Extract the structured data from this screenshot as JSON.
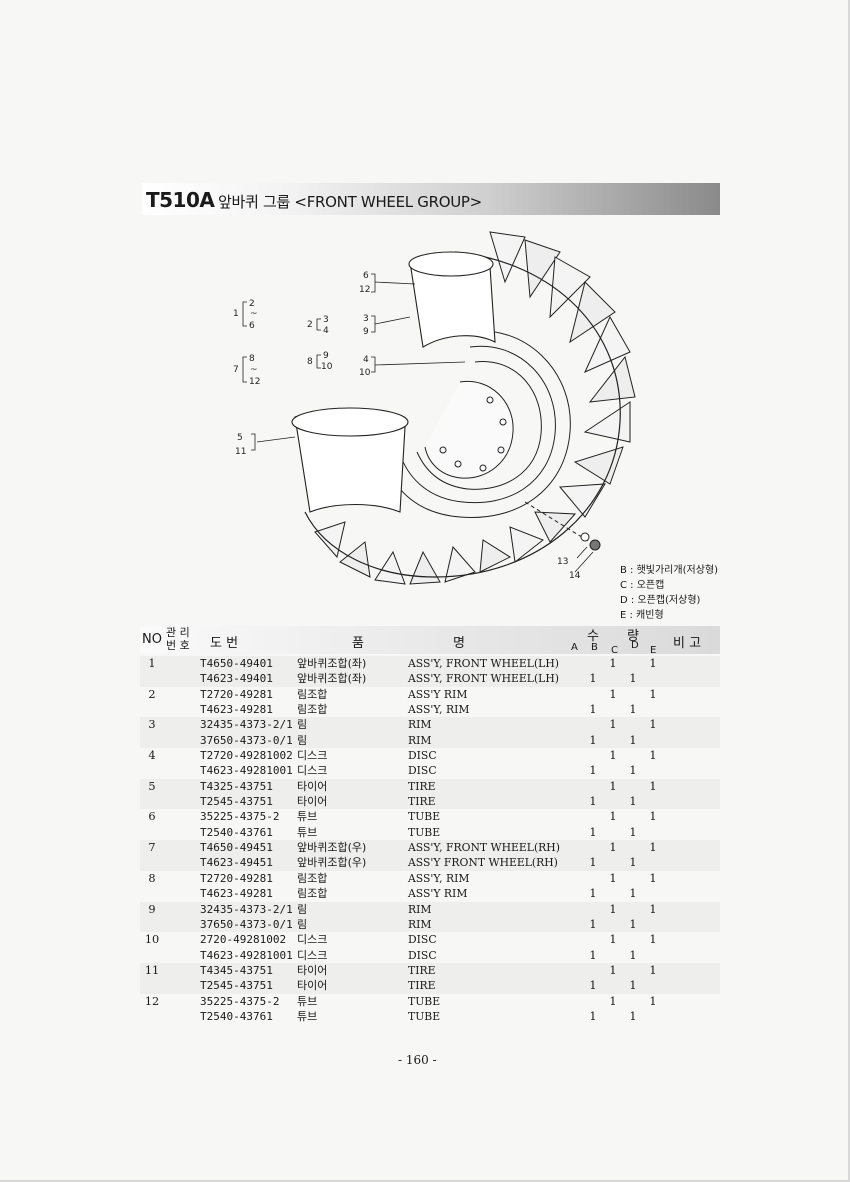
{
  "header": {
    "code": "T510A",
    "title": "앞바퀴 그룹 <FRONT WHEEL GROUP>"
  },
  "diagram": {
    "callouts": [
      {
        "top": "6",
        "bottom": "12"
      },
      {
        "top": "3",
        "bottom": "9"
      },
      {
        "top": "4",
        "bottom": "10"
      },
      {
        "top": "5",
        "bottom": "11"
      }
    ],
    "ranges": [
      {
        "no": "1",
        "from": "2",
        "to": "6"
      },
      {
        "no": "2",
        "from": "3",
        "to": "4"
      },
      {
        "no": "7",
        "from": "8",
        "to": "12"
      },
      {
        "no": "8",
        "from": "9",
        "to": "10"
      }
    ],
    "nut_labels": [
      "13",
      "14"
    ]
  },
  "legend": [
    "B : 햇빛가리개(저상형)",
    "C : 오픈캡",
    "D : 오픈캡(저상형)",
    "E : 캐빈형"
  ],
  "table": {
    "headers": {
      "no": "NO",
      "mgmt_top": "관 리",
      "mgmt_bottom": "번 호",
      "drawing": "도    번",
      "name_a": "품",
      "name_b": "명",
      "qty_a": "수",
      "qty_b": "량",
      "remark": "비 고"
    },
    "qty_cols": [
      "A",
      "B",
      "C",
      "D",
      "E"
    ],
    "rows": [
      {
        "no": "1",
        "part": "T4650-49401",
        "kr": "앞바퀴조합(좌)",
        "en": "ASS'Y, FRONT WHEEL(LH)",
        "a": "",
        "b": "",
        "c": "1",
        "d": "",
        "e": "1"
      },
      {
        "no": "",
        "part": "T4623-49401",
        "kr": "앞바퀴조합(좌)",
        "en": "ASS'Y, FRONT WHEEL(LH)",
        "a": "",
        "b": "1",
        "c": "",
        "d": "1",
        "e": ""
      },
      {
        "no": "2",
        "part": "T2720-49281",
        "kr": "림조합",
        "en": "ASS'Y RIM",
        "a": "",
        "b": "",
        "c": "1",
        "d": "",
        "e": "1"
      },
      {
        "no": "",
        "part": "T4623-49281",
        "kr": "림조합",
        "en": "ASS'Y, RIM",
        "a": "",
        "b": "1",
        "c": "",
        "d": "1",
        "e": ""
      },
      {
        "no": "3",
        "part": "32435-4373-2/1",
        "kr": "림",
        "en": "RIM",
        "a": "",
        "b": "",
        "c": "1",
        "d": "",
        "e": "1"
      },
      {
        "no": "",
        "part": "37650-4373-0/1",
        "kr": "림",
        "en": "RIM",
        "a": "",
        "b": "1",
        "c": "",
        "d": "1",
        "e": ""
      },
      {
        "no": "4",
        "part": "T2720-49281002",
        "kr": "디스크",
        "en": "DISC",
        "a": "",
        "b": "",
        "c": "1",
        "d": "",
        "e": "1"
      },
      {
        "no": "",
        "part": "T4623-49281001",
        "kr": "디스크",
        "en": "DISC",
        "a": "",
        "b": "1",
        "c": "",
        "d": "1",
        "e": ""
      },
      {
        "no": "5",
        "part": "T4325-43751",
        "kr": "타이어",
        "en": "TIRE",
        "a": "",
        "b": "",
        "c": "1",
        "d": "",
        "e": "1"
      },
      {
        "no": "",
        "part": "T2545-43751",
        "kr": "타이어",
        "en": "TIRE",
        "a": "",
        "b": "1",
        "c": "",
        "d": "1",
        "e": ""
      },
      {
        "no": "6",
        "part": "35225-4375-2",
        "kr": "튜브",
        "en": "TUBE",
        "a": "",
        "b": "",
        "c": "1",
        "d": "",
        "e": "1"
      },
      {
        "no": "",
        "part": "T2540-43761",
        "kr": "튜브",
        "en": "TUBE",
        "a": "",
        "b": "1",
        "c": "",
        "d": "1",
        "e": ""
      },
      {
        "no": "7",
        "part": "T4650-49451",
        "kr": "앞바퀴조합(우)",
        "en": "ASS'Y, FRONT WHEEL(RH)",
        "a": "",
        "b": "",
        "c": "1",
        "d": "",
        "e": "1"
      },
      {
        "no": "",
        "part": "T4623-49451",
        "kr": "앞바퀴조합(우)",
        "en": "ASS'Y FRONT WHEEL(RH)",
        "a": "",
        "b": "1",
        "c": "",
        "d": "1",
        "e": ""
      },
      {
        "no": "8",
        "part": "T2720-49281",
        "kr": "림조합",
        "en": "ASS'Y, RIM",
        "a": "",
        "b": "",
        "c": "1",
        "d": "",
        "e": "1"
      },
      {
        "no": "",
        "part": "T4623-49281",
        "kr": "림조합",
        "en": "ASS'Y RIM",
        "a": "",
        "b": "1",
        "c": "",
        "d": "1",
        "e": ""
      },
      {
        "no": "9",
        "part": "32435-4373-2/1",
        "kr": "림",
        "en": "RIM",
        "a": "",
        "b": "",
        "c": "1",
        "d": "",
        "e": "1"
      },
      {
        "no": "",
        "part": "37650-4373-0/1",
        "kr": "림",
        "en": "RIM",
        "a": "",
        "b": "1",
        "c": "",
        "d": "1",
        "e": ""
      },
      {
        "no": "10",
        "part": "2720-49281002",
        "kr": "디스크",
        "en": "DISC",
        "a": "",
        "b": "",
        "c": "1",
        "d": "",
        "e": "1"
      },
      {
        "no": "",
        "part": "T4623-49281001",
        "kr": "디스크",
        "en": "DISC",
        "a": "",
        "b": "1",
        "c": "",
        "d": "1",
        "e": ""
      },
      {
        "no": "11",
        "part": "T4345-43751",
        "kr": "타이어",
        "en": "TIRE",
        "a": "",
        "b": "",
        "c": "1",
        "d": "",
        "e": "1"
      },
      {
        "no": "",
        "part": "T2545-43751",
        "kr": "타이어",
        "en": "TIRE",
        "a": "",
        "b": "1",
        "c": "",
        "d": "1",
        "e": ""
      },
      {
        "no": "12",
        "part": "35225-4375-2",
        "kr": "튜브",
        "en": "TUBE",
        "a": "",
        "b": "",
        "c": "1",
        "d": "",
        "e": "1"
      },
      {
        "no": "",
        "part": "T2540-43761",
        "kr": "튜브",
        "en": "TUBE",
        "a": "",
        "b": "1",
        "c": "",
        "d": "1",
        "e": ""
      }
    ]
  },
  "footer": {
    "page": "- 160 -"
  }
}
